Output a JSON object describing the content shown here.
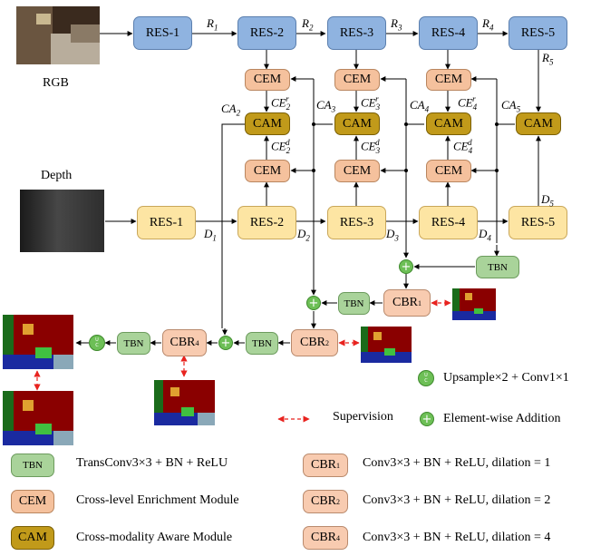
{
  "inputs": {
    "rgb_label": "RGB",
    "depth_label": "Depth"
  },
  "rgb_stream": [
    "RES-1",
    "RES-2",
    "RES-3",
    "RES-4",
    "RES-5"
  ],
  "depth_stream": [
    "RES-1",
    "RES-2",
    "RES-3",
    "RES-4",
    "RES-5"
  ],
  "rgb_edge_labels": {
    "r1": "R1",
    "r2": "R2",
    "r3": "R3",
    "r4": "R4",
    "r5": "R5"
  },
  "depth_edge_labels": {
    "d1": "D1",
    "d2": "D2",
    "d3": "D3",
    "d4": "D4",
    "d5": "D5"
  },
  "cem_label": "CEM",
  "cam_label": "CAM",
  "ca_labels": {
    "ca2": "CA2",
    "ca3": "CA3",
    "ca4": "CA4",
    "ca5": "CA5"
  },
  "ce_r_labels": {
    "ce2": "CE2r",
    "ce3": "CE3r",
    "ce4": "CE4r"
  },
  "ce_d_labels": {
    "ce2": "CE2d",
    "ce3": "CE3d",
    "ce4": "CE4d"
  },
  "decoder": {
    "tbn": "TBN",
    "cbr1": "CBR1",
    "cbr2": "CBR2",
    "cbr4": "CBR4",
    "upc_top": "U",
    "upc_bottom": "C",
    "plus": "+"
  },
  "legend": {
    "tbn_tag": "TBN",
    "tbn_desc": "TransConv3×3 + BN + ReLU",
    "cem_tag": "CEM",
    "cem_desc": "Cross-level Enrichment Module",
    "cam_tag": "CAM",
    "cam_desc": "Cross-modality Aware Module",
    "cbr1_tag": "CBR1",
    "cbr1_desc": "Conv3×3 + BN + ReLU, dilation = 1",
    "cbr2_tag": "CBR2",
    "cbr2_desc": "Conv3×3 + BN + ReLU, dilation = 2",
    "cbr4_tag": "CBR4",
    "cbr4_desc": "Conv3×3 + BN + ReLU, dilation = 4",
    "upsample_desc": "Upsample×2 + Conv1×1",
    "supervision_desc": "Supervision",
    "addition_desc": "Element-wise Addition"
  },
  "colors": {
    "res_rgb": "#8fb3e0",
    "res_depth": "#fde5a3",
    "cem": "#f5c19d",
    "cam": "#c19a1a",
    "tbn": "#a9d39a",
    "cbr": "#f8cbb0",
    "op_circle": "#6dbf56",
    "supervision": "#e8231f"
  }
}
